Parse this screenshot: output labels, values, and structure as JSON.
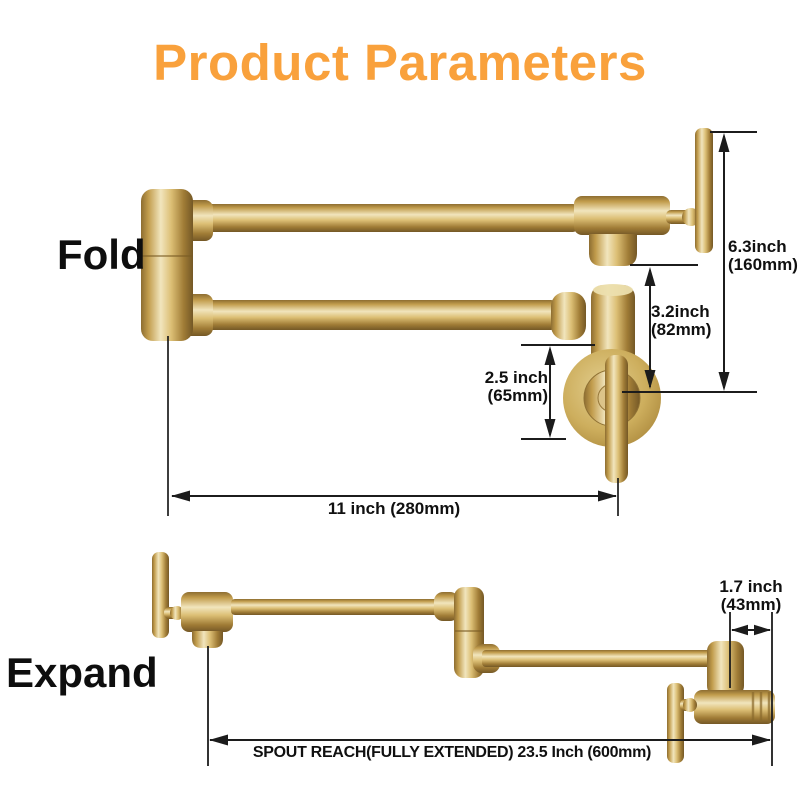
{
  "title": {
    "text": "Product Parameters"
  },
  "views": {
    "fold": {
      "label": "Fold",
      "dimensions": {
        "total_height": {
          "value": "6.3inch",
          "metric": "(160mm)"
        },
        "arm_gap": {
          "value": "3.2inch",
          "metric": "(82mm)"
        },
        "escutcheon": {
          "value": "2.5 inch",
          "metric": "(65mm)"
        },
        "folded_width": {
          "value": "11 inch (280mm)"
        }
      }
    },
    "expand": {
      "label": "Expand",
      "dimensions": {
        "wall_clearance": {
          "value": "1.7 inch",
          "metric": "(43mm)"
        },
        "spout_reach": {
          "value": "SPOUT REACH(FULLY EXTENDED) 23.5 Inch (600mm)"
        }
      }
    }
  },
  "colors": {
    "title_accent": "#F9A13C",
    "brass_finish": "#C9A552",
    "dimension_lines": "#1C1C1C",
    "label_text": "#101010",
    "background": "#FFFFFF"
  }
}
